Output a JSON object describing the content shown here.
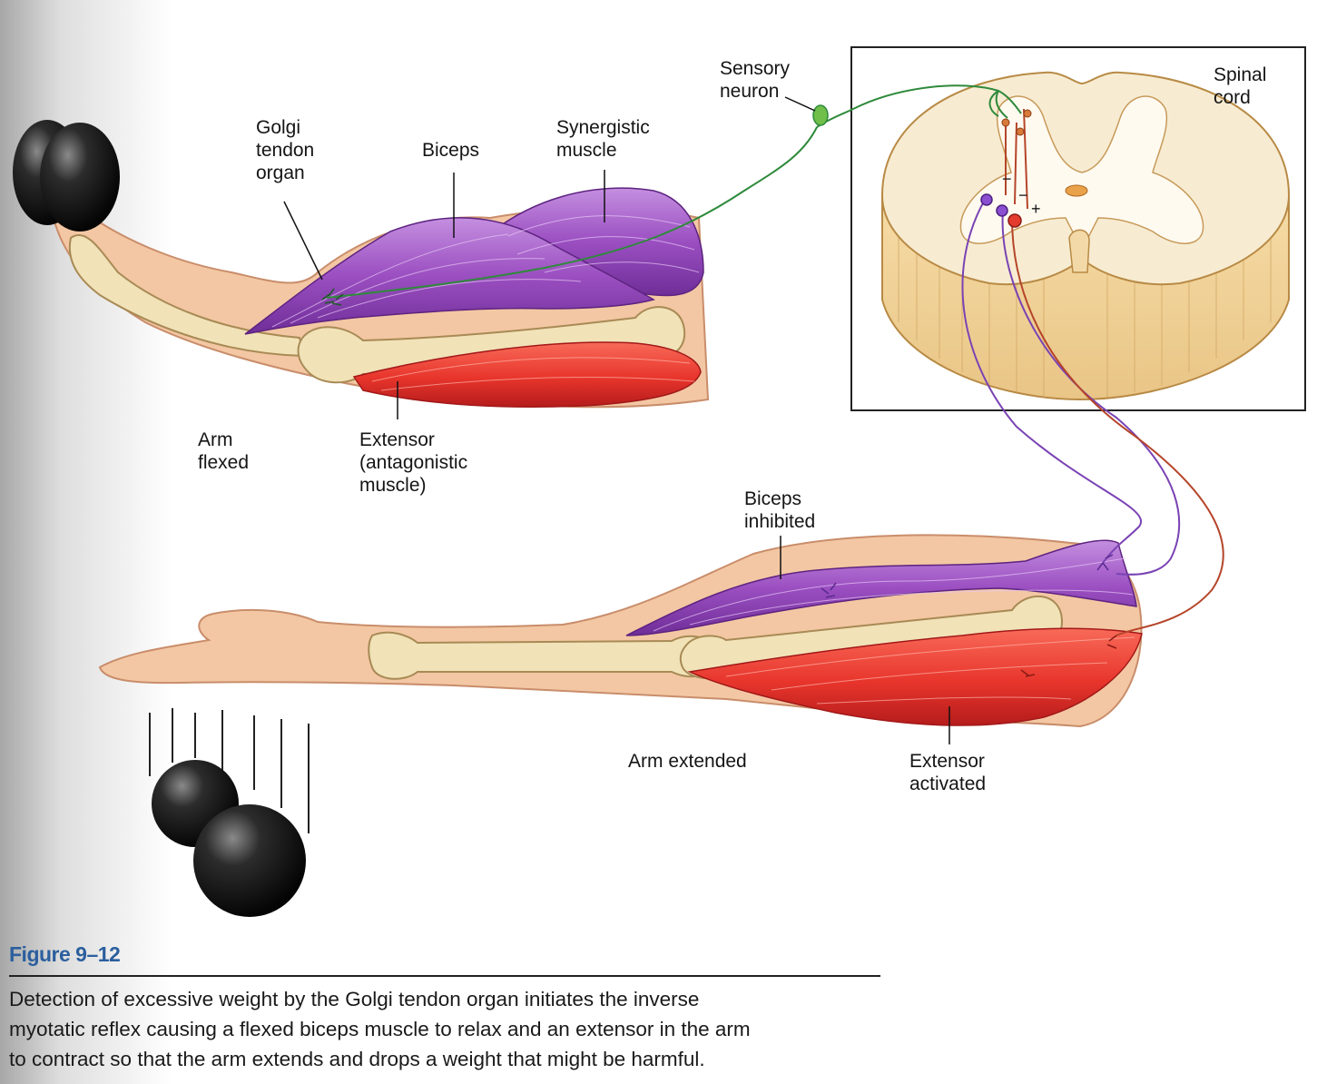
{
  "labels": {
    "golgi": [
      "Golgi",
      "tendon",
      "organ"
    ],
    "biceps": "Biceps",
    "synergistic": [
      "Synergistic",
      "muscle"
    ],
    "sensory": [
      "Sensory",
      "neuron"
    ],
    "spinal": [
      "Spinal",
      "cord"
    ],
    "arm_flexed": [
      "Arm",
      "flexed"
    ],
    "extensor": [
      "Extensor",
      "(antagonistic",
      "muscle)"
    ],
    "biceps_inhibited": [
      "Biceps",
      "inhibited"
    ],
    "arm_extended": "Arm extended",
    "extensor_activated": [
      "Extensor",
      "activated"
    ],
    "minus_1": "−",
    "minus_2": "−",
    "plus": "+"
  },
  "figure": {
    "title": "Figure 9–12",
    "caption": [
      "Detection of excessive weight by the Golgi tendon organ initiates the inverse",
      "myotatic reflex causing a flexed biceps muscle to relax and an extensor in the arm",
      "to contract so that the arm extends and drops a weight that might be harmful."
    ]
  },
  "colors": {
    "flexor_muscle": "#9b4fc1",
    "extensor_muscle": "#e8352c",
    "skin": "#f3c7a3",
    "bone": "#f1e2b8",
    "sensory_neuron": "#2f8a3b",
    "inhibitory_neuron": "#7a43b4",
    "motor_neuron": "#b5452a",
    "gray_matter": "#fdf6e2",
    "white_matter": "#f6e6c4",
    "title_blue": "#2b5f9e"
  }
}
